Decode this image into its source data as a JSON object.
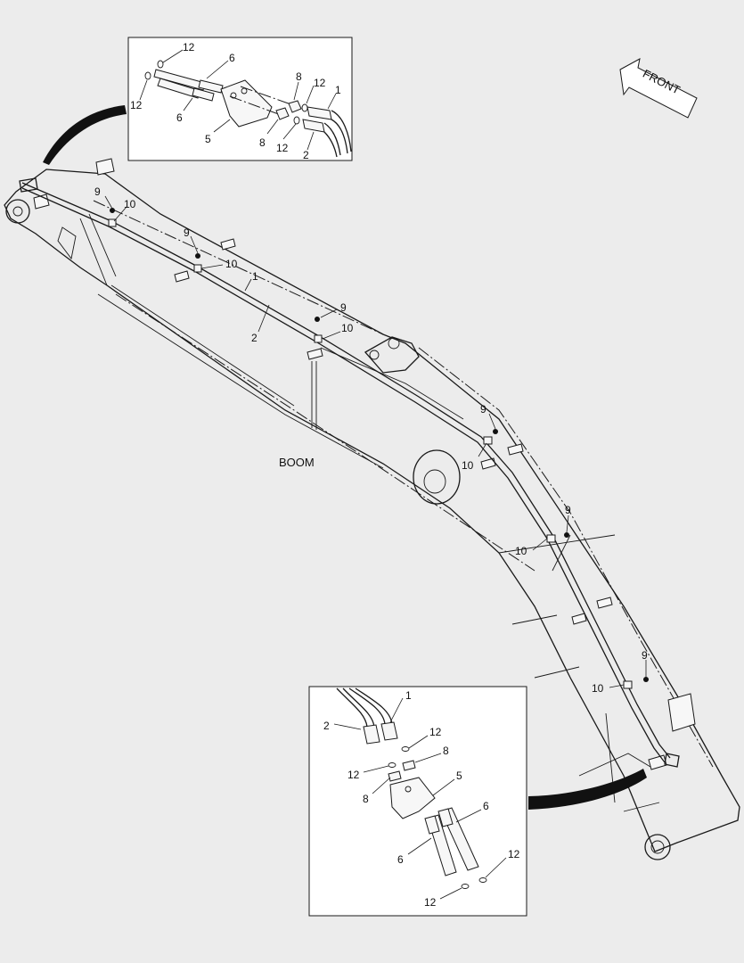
{
  "front_label": "FRONT",
  "boom_label": "BOOM",
  "main_callouts": {
    "c1": "1",
    "c2": "2",
    "c9a": "9",
    "c10a": "10",
    "c9b": "9",
    "c10b": "10",
    "c9c": "9",
    "c10c": "10",
    "c9d": "9",
    "c10d": "10",
    "c9e": "9",
    "c10e": "10",
    "c9f": "9",
    "c10f": "10"
  },
  "top_detail": {
    "c12a": "12",
    "c12b": "12",
    "c6a": "6",
    "c6b": "6",
    "c5": "5",
    "c8a": "8",
    "c8b": "8",
    "c12c": "12",
    "c12d": "12",
    "c1": "1",
    "c2": "2"
  },
  "bottom_detail": {
    "c1": "1",
    "c2": "2",
    "c12a": "12",
    "c8a": "8",
    "c12b": "12",
    "c8b": "8",
    "c5": "5",
    "c6a": "6",
    "c6b": "6",
    "c12c": "12",
    "c12d": "12"
  }
}
